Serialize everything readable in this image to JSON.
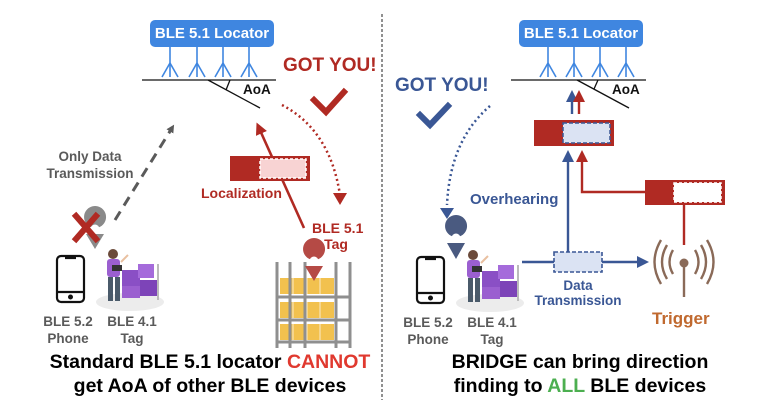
{
  "colors": {
    "locator_blue": "#3f86e0",
    "red": "#b02a23",
    "light_red": "#f8d3d3",
    "blue": "#3a5795",
    "light_blue": "#dbe3f3",
    "gray": "#5a5a5a",
    "trigger_brown": "#8a6a58",
    "trigger_orange": "#c0692f",
    "all_green": "#4caf50",
    "cannot_red": "#e0392f"
  },
  "left_panel": {
    "locator_label": "BLE 5.1 Locator",
    "aoa_label": "AoA",
    "got_you": "GOT YOU!",
    "only_data_line1": "Only Data",
    "only_data_line2": "Transmission",
    "localization": "Localization",
    "ble51_tag_line1": "BLE 5.1",
    "ble51_tag_line2": "Tag",
    "phone_line1": "BLE 5.2",
    "phone_line2": "Phone",
    "tag41_line1": "BLE 4.1",
    "tag41_line2": "Tag",
    "caption_line1_a": "Standard BLE 5.1 locator ",
    "caption_line1_b": "CANNOT",
    "caption_line2": "get AoA of other BLE devices"
  },
  "right_panel": {
    "locator_label": "BLE 5.1 Locator",
    "aoa_label": "AoA",
    "got_you": "GOT YOU!",
    "overhearing": "Overhearing",
    "data_line1": "Data",
    "data_line2": "Transmission",
    "trigger": "Trigger",
    "phone_line1": "BLE 5.2",
    "phone_line2": "Phone",
    "tag41_line1": "BLE 4.1",
    "tag41_line2": "Tag",
    "caption_line1": "BRIDGE can bring direction",
    "caption_line2_a": "finding to ",
    "caption_line2_b": "ALL",
    "caption_line2_c": " BLE devices"
  }
}
